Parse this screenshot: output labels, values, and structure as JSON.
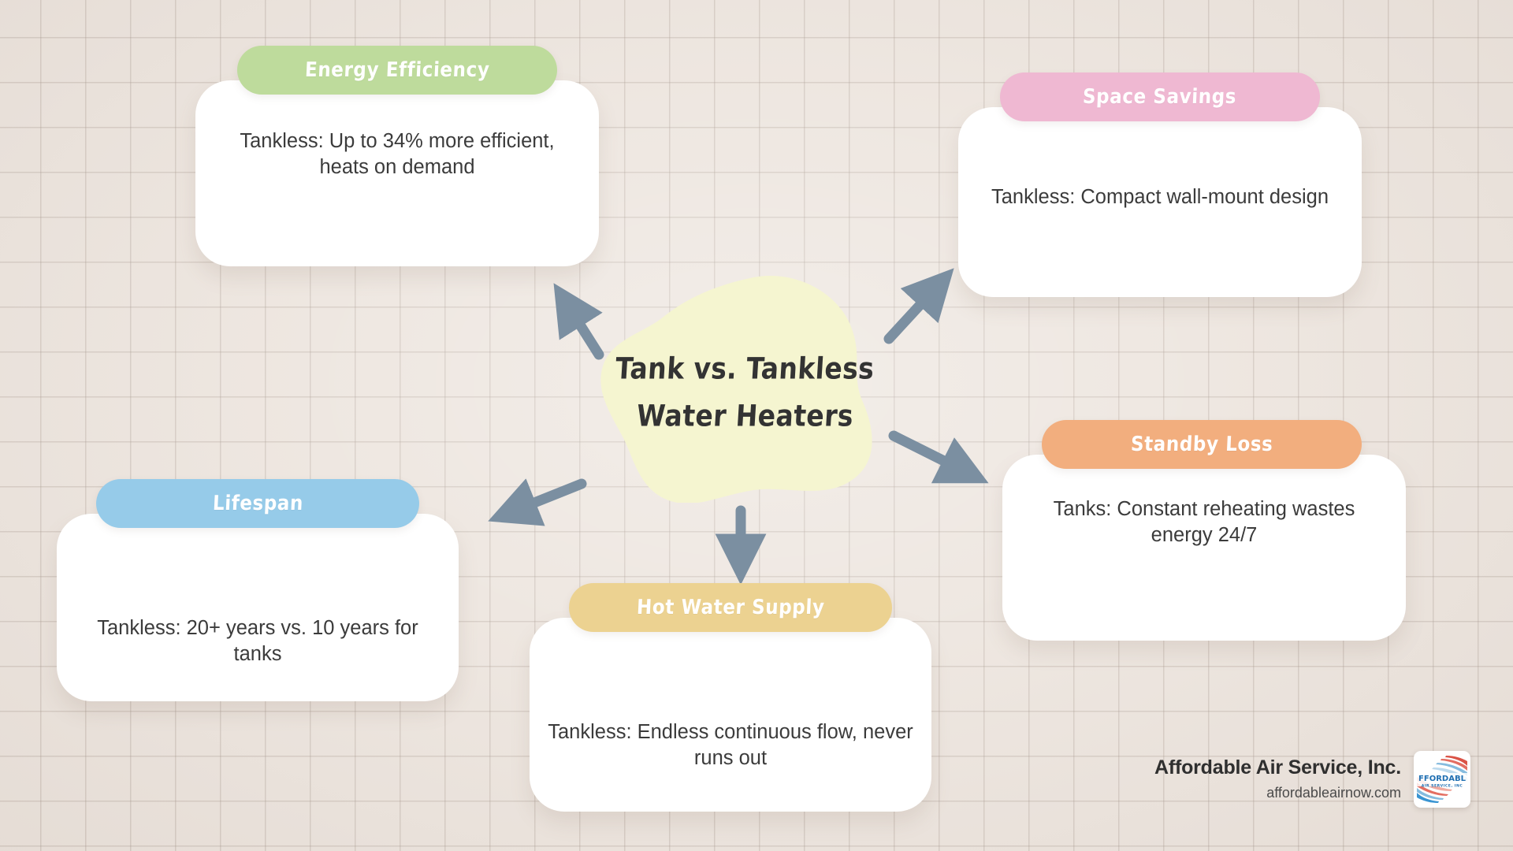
{
  "title": {
    "line1": "Tank vs. Tankless",
    "line2": "Water Heaters"
  },
  "colors": {
    "background": "#ece4dd",
    "grid_line": "#a09288",
    "blob": "#f5f5d0",
    "arrow": "#7b8fa1",
    "card": "#ffffff",
    "text": "#3b3b3b",
    "energy_pill": "#bedb9c",
    "space_pill": "#efb8d2",
    "standby_pill": "#f2ae7e",
    "lifespan_pill": "#96cbe9",
    "hotwater_pill": "#ecd291"
  },
  "cards": [
    {
      "id": "energy-efficiency",
      "header": "Energy Efficiency",
      "body": "Tankless: Up to 34% more efficient, heats on demand"
    },
    {
      "id": "space-savings",
      "header": "Space Savings",
      "body": "Tankless: Compact wall-mount design"
    },
    {
      "id": "standby-loss",
      "header": "Standby Loss",
      "body": "Tanks: Constant reheating wastes energy 24/7"
    },
    {
      "id": "lifespan",
      "header": "Lifespan",
      "body": "Tankless: 20+ years vs. 10 years for tanks"
    },
    {
      "id": "hot-water-supply",
      "header": "Hot Water Supply",
      "body": "Tankless: Endless continuous flow, never runs out"
    }
  ],
  "brand": {
    "name": "Affordable Air Service, Inc.",
    "url": "affordableairnow.com",
    "logo_primary_text": "FFORDABL",
    "logo_secondary_text": "AIR SERVICE, INC"
  }
}
